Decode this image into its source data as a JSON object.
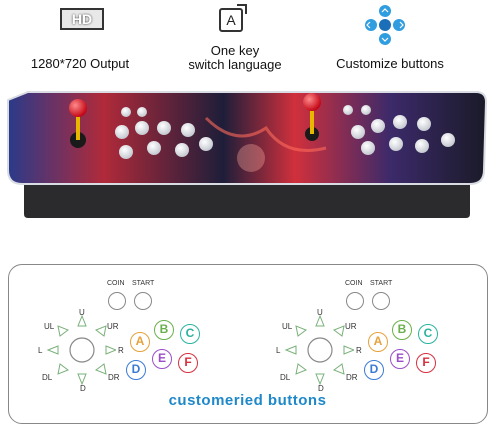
{
  "features": [
    {
      "icon": "hd-icon",
      "badge": "HD",
      "caption": "1280*720 Output"
    },
    {
      "icon": "language-switch-icon",
      "badge": "A",
      "caption_line1": "One key",
      "caption_line2": "switch language"
    },
    {
      "icon": "customize-buttons-icon",
      "caption": "Customize buttons"
    }
  ],
  "layout": {
    "coin_label": "COIN",
    "start_label": "START",
    "directions": {
      "up": "U",
      "up_left": "UL",
      "up_right": "UR",
      "left": "L",
      "right": "R",
      "down_left": "DL",
      "down_right": "DR",
      "down": "D"
    },
    "buttons": [
      {
        "letter": "A",
        "color": "#e6a23c"
      },
      {
        "letter": "B",
        "color": "#6ab04c"
      },
      {
        "letter": "C",
        "color": "#2bb3a0"
      },
      {
        "letter": "D",
        "color": "#3a7bd5"
      },
      {
        "letter": "E",
        "color": "#9b4dca"
      },
      {
        "letter": "F",
        "color": "#d63040"
      }
    ],
    "title": "customeried buttons"
  },
  "colors": {
    "title": "#1e88c8",
    "arrow": "#9ccc9c"
  }
}
